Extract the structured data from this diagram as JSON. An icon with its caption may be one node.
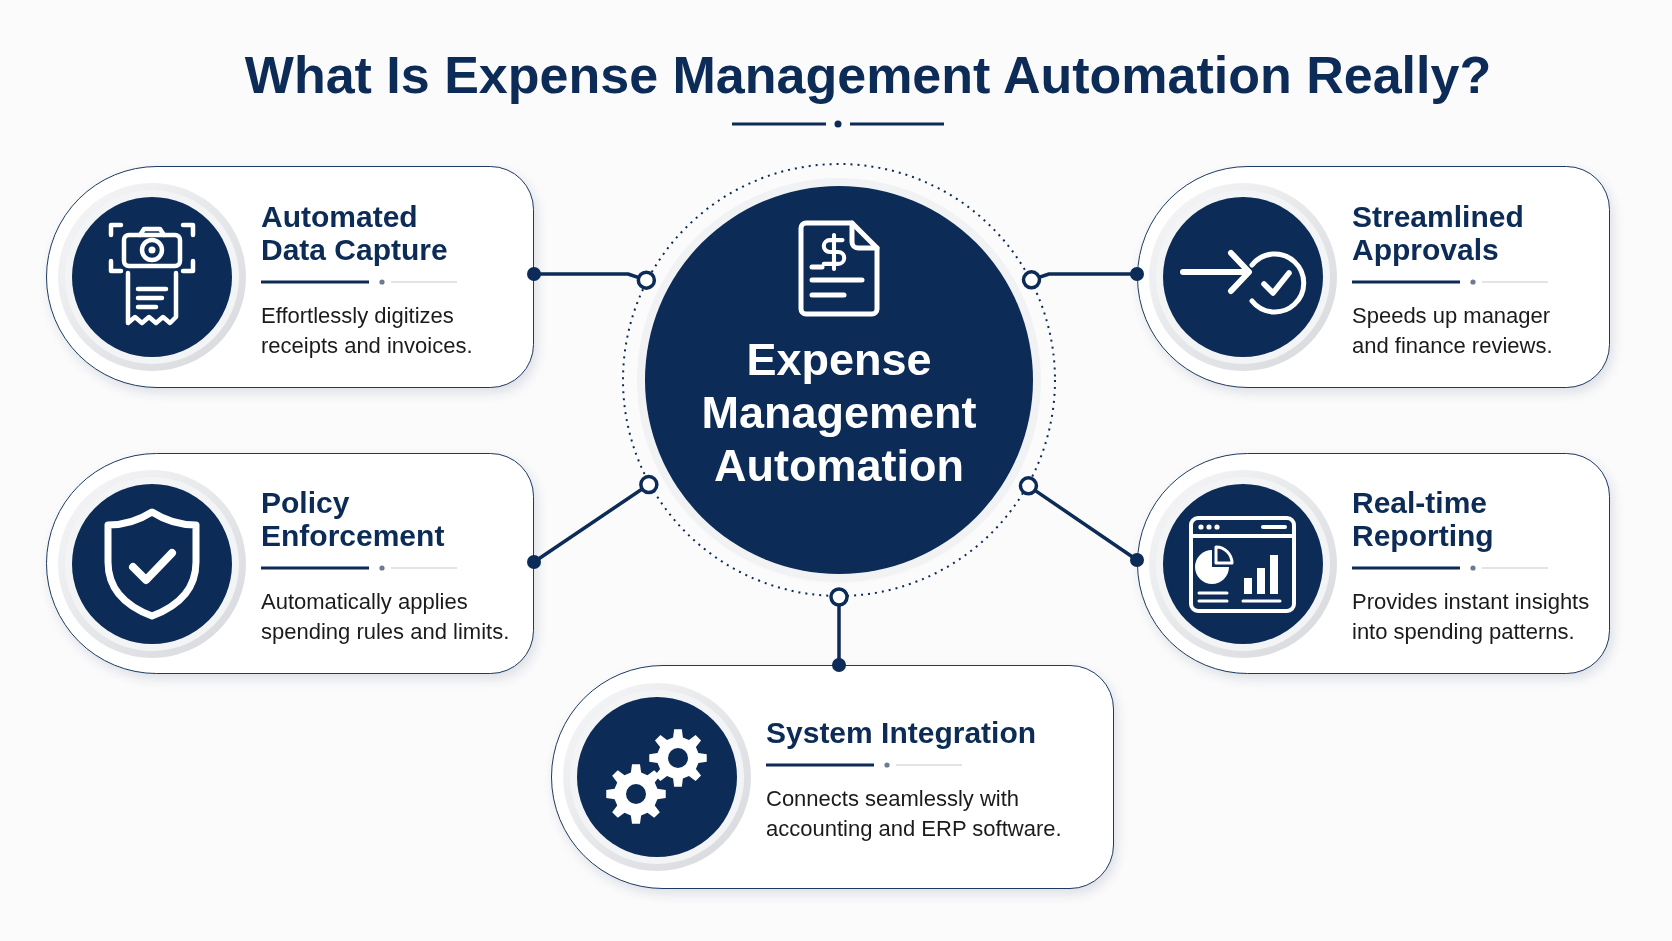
{
  "diagram": {
    "title": "What Is Expense Management Automation Really?",
    "nodes": [
      {
        "text": [
          "Expense Management Automation"
        ]
      },
      {
        "text": [
          "Automated Data Capture",
          "Effortlessly digitizes receipts and invoices."
        ]
      },
      {
        "text": [
          "Streamlined Approvals",
          "Speeds up manager and finance reviews."
        ]
      },
      {
        "text": [
          "Policy Enforcement",
          "Automatically applies spending rules and limits."
        ]
      },
      {
        "text": [
          "Real-time Reporting",
          "Provides instant insights into spending patterns."
        ]
      },
      {
        "text": [
          "System Integration",
          "Connects seamlessly with accounting and ERP software."
        ]
      }
    ],
    "edges": [
      {
        "from": 0,
        "to": 1,
        "arrow": "other"
      },
      {
        "from": 0,
        "to": 2,
        "arrow": "other"
      },
      {
        "from": 0,
        "to": 3,
        "arrow": "other"
      },
      {
        "from": 0,
        "to": 4,
        "arrow": "other"
      },
      {
        "from": 0,
        "to": 5,
        "arrow": "other"
      }
    ]
  }
}
